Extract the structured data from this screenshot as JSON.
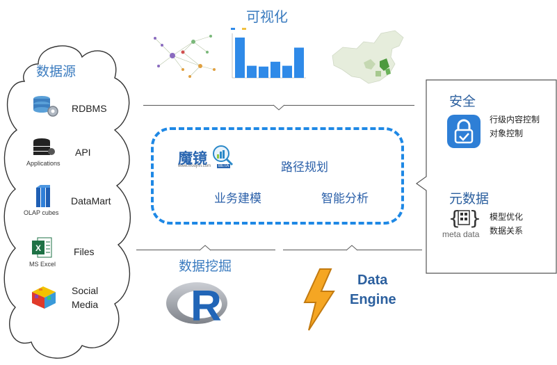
{
  "visualization": {
    "title": "可视化",
    "bar_chart_values": [
      100,
      30,
      28,
      40,
      30,
      75
    ]
  },
  "data_sources": {
    "title": "数据源",
    "items": [
      {
        "label": "RDBMS",
        "icon_name": "database-gear-icon",
        "sublabel": ""
      },
      {
        "label": "API",
        "icon_name": "database-applications-icon",
        "sublabel": "Applications"
      },
      {
        "label": "DataMart",
        "icon_name": "olap-cubes-icon",
        "sublabel": "OLAP cubes"
      },
      {
        "label": "Files",
        "icon_name": "excel-icon",
        "sublabel": "MS Excel"
      },
      {
        "label": "Social\nMedia",
        "icon_name": "social-media-cube-icon",
        "sublabel": ""
      }
    ]
  },
  "center": {
    "logo_text": "魔镜",
    "logo_url": "www.moojnn.com",
    "logo_badge": "BETA",
    "route": "路径规划",
    "modeling": "业务建模",
    "analysis": "智能分析"
  },
  "mining": {
    "title": "数据挖掘",
    "logo_letter": "R"
  },
  "engine": {
    "line1": "Data",
    "line2": "Engine"
  },
  "right_panel": {
    "security_title": "安全",
    "security_lines": [
      "行级内容控制",
      "对象控制"
    ],
    "meta_title": "元数据",
    "meta_icon_label": "meta data",
    "meta_lines": [
      "模型优化",
      "数据关系"
    ]
  },
  "colors": {
    "accent_blue": "#1e88e5",
    "title_blue": "#3a7bbf",
    "r_blue": "#2165b7",
    "engine_text": "#2b5f9e",
    "bolt_orange": "#f5a623"
  }
}
